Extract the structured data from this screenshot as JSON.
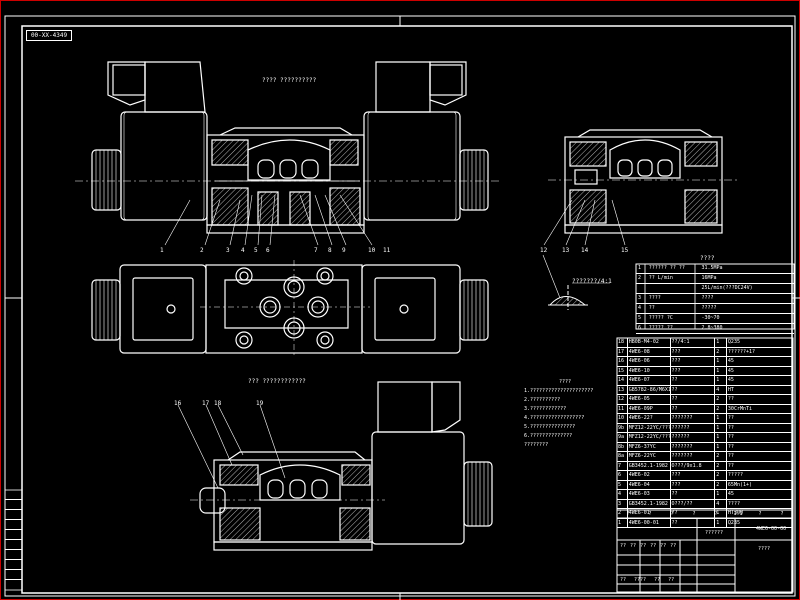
{
  "drawing": {
    "drawing_number_tag": "00-XX-4349",
    "view_label_top": "???? ??????????",
    "view_label_bottom": "??? ????????????",
    "section_label": "???????/4:1"
  },
  "specs_table": {
    "title": "????",
    "rows": [
      {
        "no": "1",
        "item": "?????? ?? ??",
        "value": "31.5MPa"
      },
      {
        "no": "2",
        "item": "?? L/min",
        "value": "16MPa"
      },
      {
        "no": "",
        "item": "",
        "value": "25L/min(???DC24V)"
      },
      {
        "no": "3",
        "item": "????",
        "value": "????"
      },
      {
        "no": "4",
        "item": "??",
        "value": "?????"
      },
      {
        "no": "5",
        "item": "????? ?C",
        "value": "-30~70"
      },
      {
        "no": "6",
        "item": "????? ??",
        "value": "2.8~380"
      }
    ]
  },
  "notes": {
    "title": "????",
    "lines": [
      "1.?????????????????????",
      "2.??????????",
      "3.????????????",
      "4.??????????????????",
      "5.???????????????",
      "6.??????????????",
      "   ????????"
    ]
  },
  "bom": {
    "rows": [
      {
        "no": "18",
        "code": "HB0B-M4-02",
        "name": "??/4:1",
        "qty": "1",
        "mat": "Q235"
      },
      {
        "no": "17",
        "code": "4WE6-08",
        "name": "???",
        "qty": "2",
        "mat": "??????+1?"
      },
      {
        "no": "16",
        "code": "4WE6-06",
        "name": "???",
        "qty": "1",
        "mat": "45"
      },
      {
        "no": "15",
        "code": "4WE6-10",
        "name": "???",
        "qty": "1",
        "mat": "45"
      },
      {
        "no": "14",
        "code": "4WE6-07",
        "name": "??",
        "qty": "1",
        "mat": "45"
      },
      {
        "no": "13",
        "code": "GB5782-86/M6X14",
        "name": "??",
        "qty": "4",
        "mat": "HT"
      },
      {
        "no": "12",
        "code": "4WE6-05",
        "name": "??",
        "qty": "2",
        "mat": "??"
      },
      {
        "no": "11",
        "code": "4WE6-09P",
        "name": "??",
        "qty": "2",
        "mat": "30CrMnTi"
      },
      {
        "no": "10",
        "code": "4WE6-22?",
        "name": "???????",
        "qty": "1",
        "mat": "??"
      },
      {
        "no": "9b",
        "code": "MFZ12-22YC/?????",
        "name": "??????",
        "qty": "1",
        "mat": "??"
      },
      {
        "no": "9a",
        "code": "MFZ12-22YC/????",
        "name": "??????",
        "qty": "1",
        "mat": "??"
      },
      {
        "no": "8b",
        "code": "MFZ6-37YC",
        "name": "???????",
        "qty": "1",
        "mat": "??"
      },
      {
        "no": "8a",
        "code": "MFZ6-22YC",
        "name": "???????",
        "qty": "2",
        "mat": "??"
      },
      {
        "no": "7",
        "code": "GB3452.1-1982",
        "name": "O???/9x1.8",
        "qty": "2",
        "mat": "??"
      },
      {
        "no": "6",
        "code": "4WE6-02",
        "name": "???",
        "qty": "2",
        "mat": "?????"
      },
      {
        "no": "5",
        "code": "4WE6-04",
        "name": "???",
        "qty": "2",
        "mat": "65Mn(1+)"
      },
      {
        "no": "4",
        "code": "4WE6-03",
        "name": "??",
        "qty": "1",
        "mat": "45"
      },
      {
        "no": "3",
        "code": "GB3452.1-1982",
        "name": "O???/??",
        "qty": "4",
        "mat": "????"
      },
      {
        "no": "2",
        "code": "4WE6-01",
        "name": "??",
        "qty": "1",
        "mat": "HT300"
      },
      {
        "no": "1",
        "code": "4WE6-00-01",
        "name": "??",
        "qty": "1",
        "mat": "Q235"
      }
    ]
  },
  "title_block": {
    "header_cells": [
      "??",
      "??",
      "??",
      "??",
      "??",
      "??"
    ],
    "drawing_no": "4WE6-00-00",
    "company": "????",
    "part_name": "??????",
    "scale_row": [
      "?",
      "?",
      "?",
      "?",
      "?",
      "1:1",
      "?",
      "?"
    ],
    "signers": [
      "??",
      "????",
      "??",
      "??"
    ]
  },
  "balloons_top": [
    "1",
    "2",
    "3",
    "4",
    "5",
    "6",
    "7",
    "8",
    "9",
    "10",
    "11"
  ],
  "balloons_right": [
    "12",
    "13",
    "14",
    "15"
  ],
  "balloons_bottom": [
    "16",
    "17",
    "18",
    "19"
  ]
}
